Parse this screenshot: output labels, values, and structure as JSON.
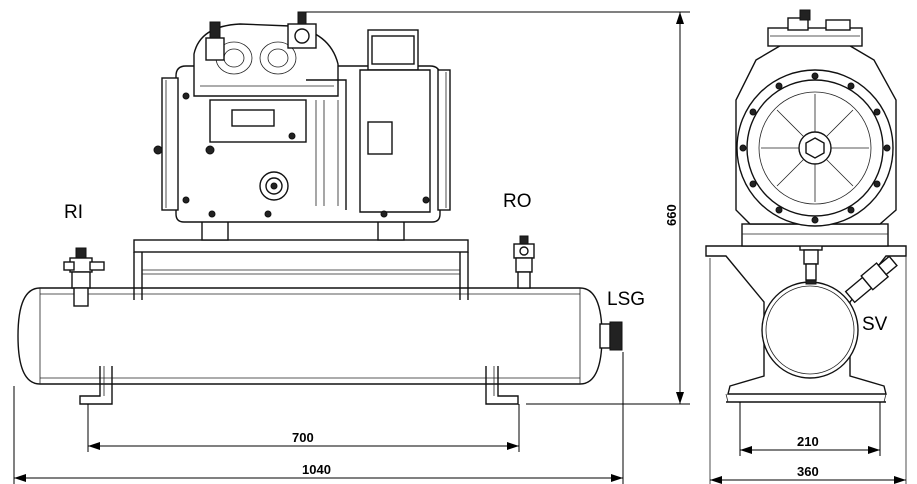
{
  "labels": {
    "ri": "RI",
    "ro": "RO",
    "lsg": "LSG",
    "sv": "SV"
  },
  "dimensions": {
    "foot_spacing": "700",
    "overall_length": "1040",
    "height": "660",
    "side_foot_spacing": "210",
    "side_width": "360"
  }
}
